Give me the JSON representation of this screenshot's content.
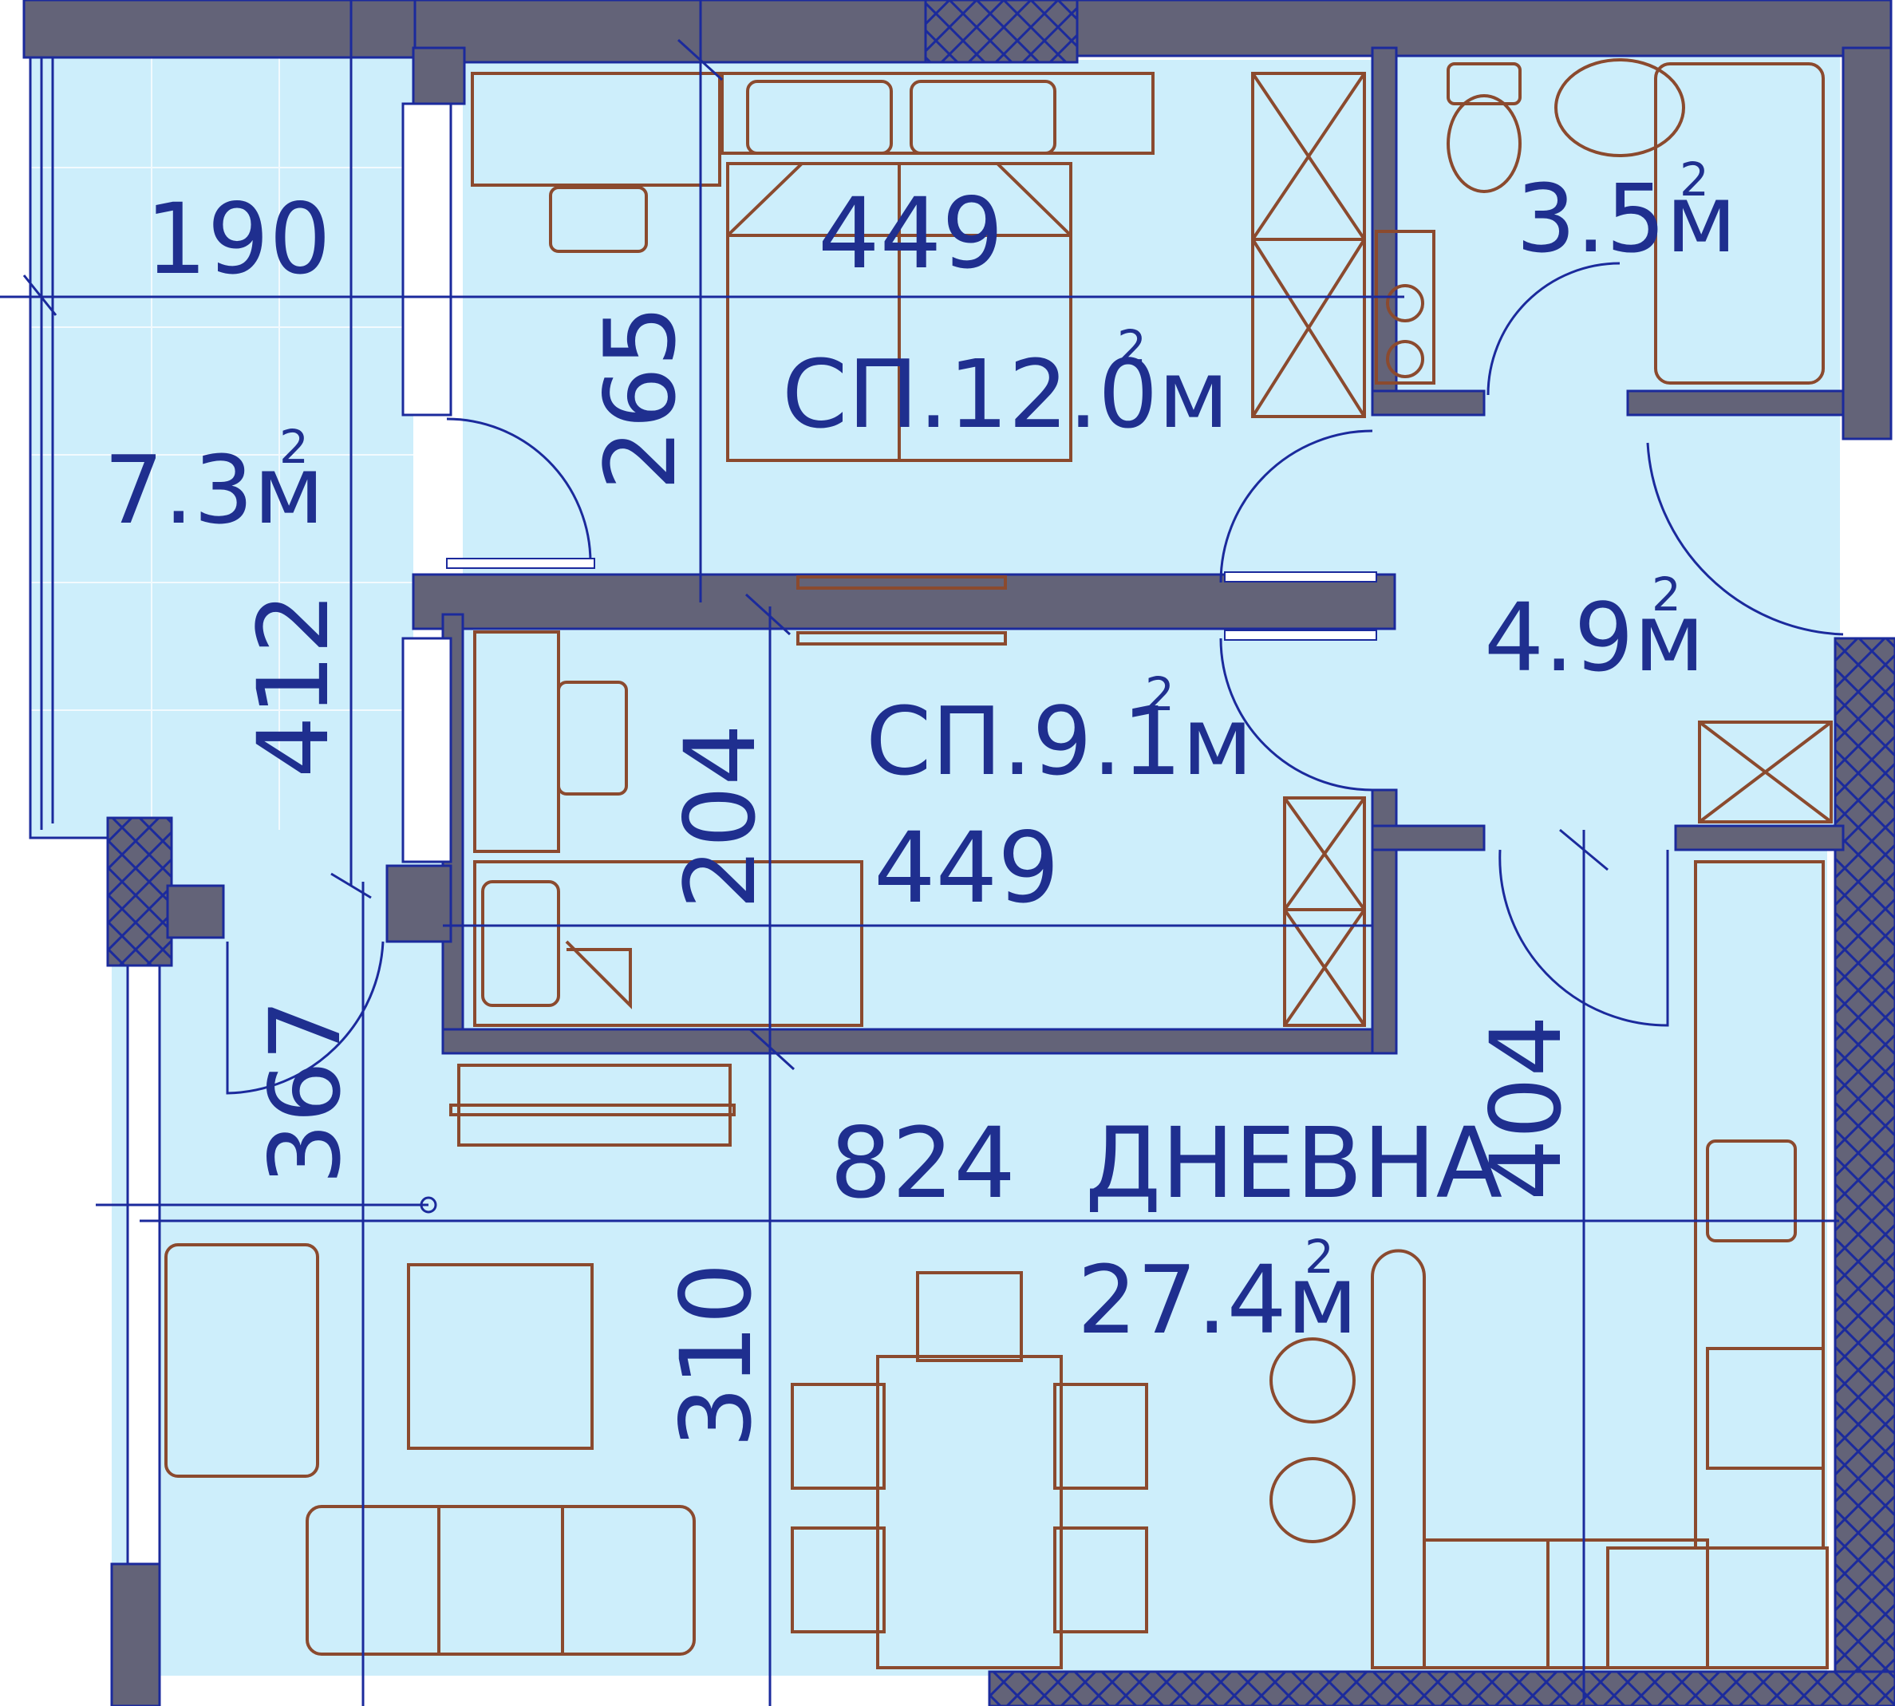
{
  "rooms": {
    "balcony": {
      "area": "7.3м",
      "sup": "2"
    },
    "bedroom1": {
      "area": "СП.12.0м",
      "sup": "2"
    },
    "bathroom": {
      "area": "3.5м",
      "sup": "2"
    },
    "hall": {
      "area": "4.9м",
      "sup": "2"
    },
    "bedroom2": {
      "area": "СП.9.1м",
      "sup": "2"
    },
    "living": {
      "name": "ДНЕВНА",
      "area": "27.4м",
      "sup": "2"
    }
  },
  "dimensions": {
    "balcony_width": "190",
    "balcony_length": "412",
    "bedroom1_width": "449",
    "bedroom1_depth": "265",
    "bedroom2_width": "449",
    "bedroom2_depth": "204",
    "living_left": "367",
    "living_width": "824",
    "living_right": "404",
    "living_depth": "310"
  },
  "colors": {
    "floor": "#cdeefb",
    "wall": "#636378",
    "wall_outline": "#1b2a9c",
    "text": "#1f2f8f",
    "furniture": "#8b4a2e"
  }
}
